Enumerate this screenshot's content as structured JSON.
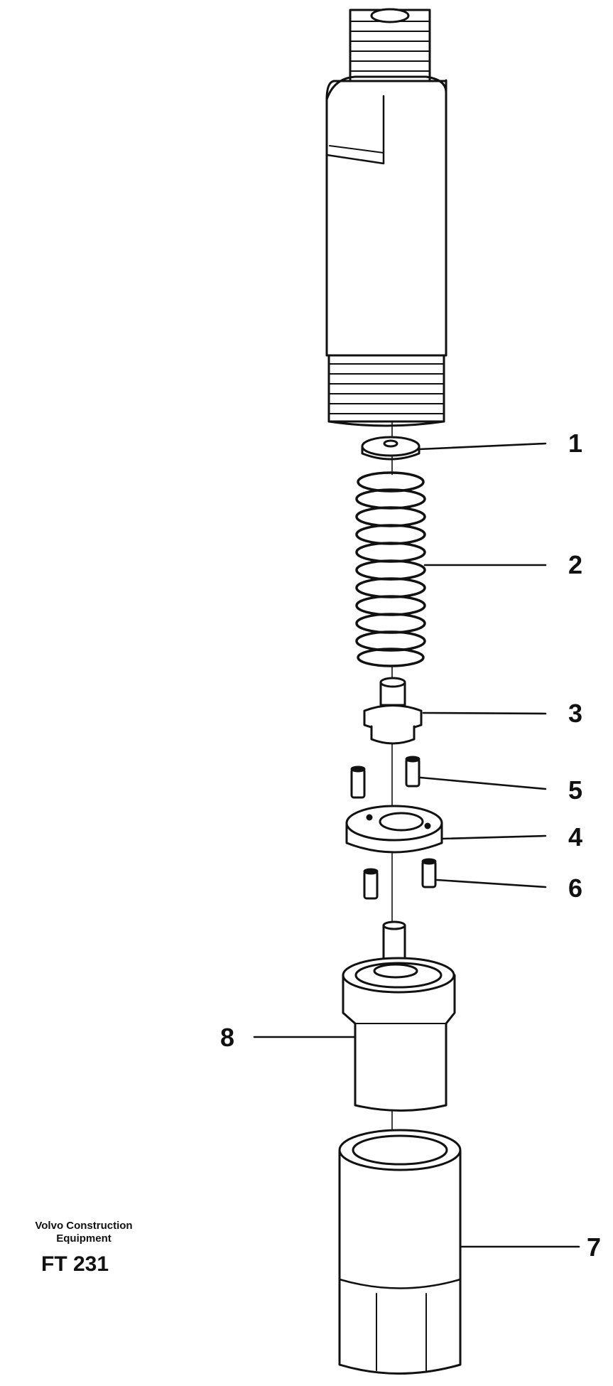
{
  "diagram": {
    "callouts": [
      "1",
      "2",
      "3",
      "4",
      "5",
      "6",
      "7",
      "8"
    ]
  },
  "footer": {
    "company_line1": "Volvo Construction",
    "company_line2": "Equipment",
    "code": "FT 231"
  }
}
